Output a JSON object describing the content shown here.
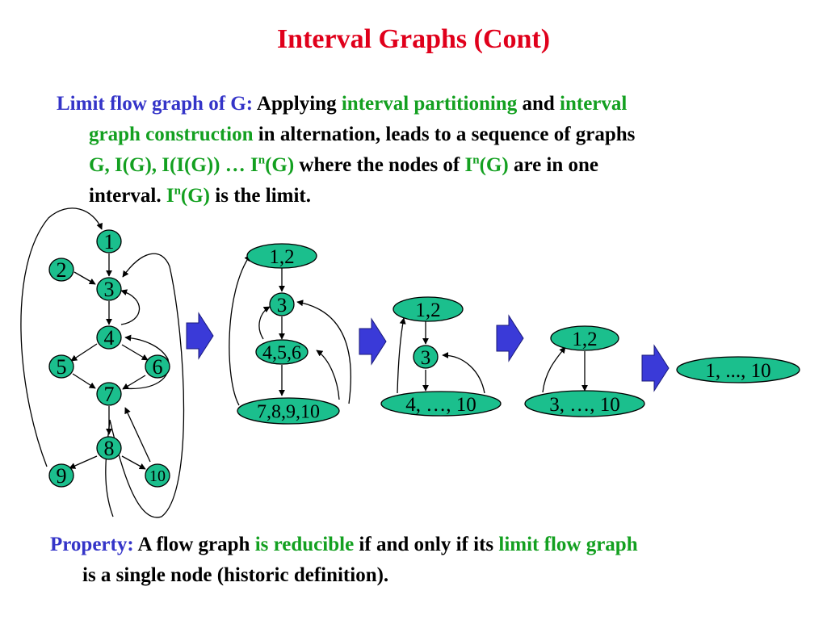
{
  "title": "Interval Graphs (Cont)",
  "intro": {
    "label": "Limit flow graph of G:",
    "t1": "Applying",
    "h1": "interval partitioning",
    "t2": "and",
    "h2": "interval",
    "h3": "graph construction",
    "t3": "in alternation, leads to a sequence of graphs",
    "seq_a": "G, I(G), I(I(G)) … I",
    "seq_sup": "n",
    "seq_b": "(G)",
    "t4": "where the nodes of",
    "in1_a": "I",
    "in1_sup": "n",
    "in1_b": "(G)",
    "t5": "are in one",
    "t6": "interval.",
    "in2_a": "I",
    "in2_sup": "n",
    "in2_b": "(G)",
    "t7": "is the limit."
  },
  "graphs": {
    "g0": [
      "1",
      "2",
      "3",
      "4",
      "5",
      "6",
      "7",
      "8",
      "9",
      "10"
    ],
    "g1": [
      "1,2",
      "3",
      "4,5,6",
      "7,8,9,10"
    ],
    "g2": [
      "1,2",
      "3",
      "4, …, 10"
    ],
    "g3": [
      "1,2",
      "3, …, 10"
    ],
    "g4": [
      "1, ..., 10"
    ]
  },
  "property": {
    "label": "Property:",
    "t1": "A flow graph",
    "h1": "is reducible",
    "t2": "if and only if its",
    "h2": "limit flow graph",
    "t3": "is a single node (historic definition)."
  },
  "colors": {
    "title": "#e0001b",
    "label_blue": "#3434c8",
    "highlight_green": "#13a020",
    "node_fill": "#1bbf8d",
    "arrow_fill": "#3a3ad8"
  }
}
